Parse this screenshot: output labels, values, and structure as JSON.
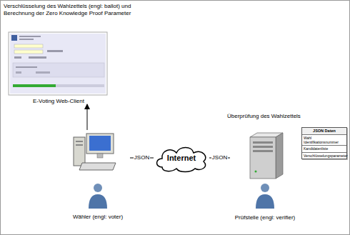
{
  "diagram": {
    "nodes": [
      {
        "text": [
          "E-Voting Web-Client"
        ]
      },
      {
        "text": [
          "Wähler (engl: voter)"
        ]
      },
      {
        "text": [
          "Internet"
        ]
      },
      {
        "text": [
          "Prüfstelle (engl: verifier)"
        ]
      },
      {
        "text": [
          "JSON Daten",
          "Wahl Identifikationsnummer",
          "Kandidatenliste",
          "Verschlüsselungsparameter"
        ]
      }
    ],
    "edges": [
      {
        "from": 1,
        "to": 0,
        "arrow": "to"
      },
      {
        "from": 1,
        "to": 2,
        "label": "JSON",
        "arrow": "none"
      },
      {
        "from": 2,
        "to": 3,
        "label": "JSON",
        "arrow": "none"
      }
    ],
    "labels": [
      "Verschlüsselung des Wahlzettels (engl: ballot) und Berechnung der Zero Knowledge Proof Parameter",
      "Überprüfung des Wahlzettels"
    ]
  }
}
